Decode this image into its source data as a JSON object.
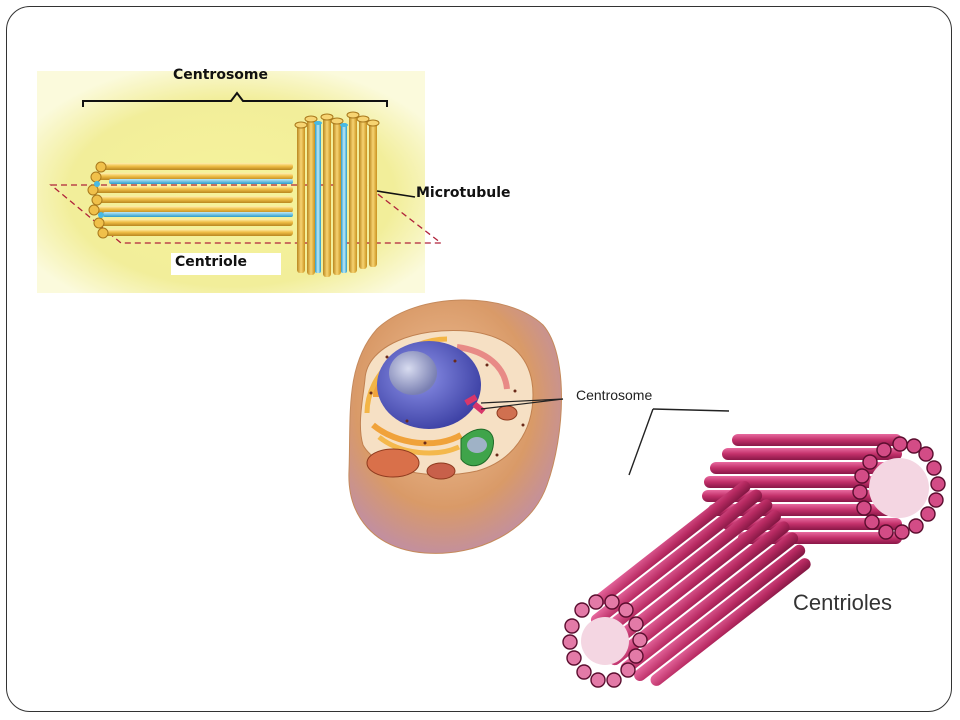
{
  "top_figure": {
    "title": "Centrosome",
    "microtubule_label": "Microtubule",
    "centriole_label": "Centriole"
  },
  "cell_figure": {
    "centrosome_label": "Centrosome"
  },
  "bottom_figure": {
    "centrioles_label": "Centrioles"
  },
  "colors": {
    "slide_border": "#333333",
    "background_glow": "#f3f09a",
    "tubule_gold": "#e8b33a",
    "tubule_blue": "#49b9e3",
    "centriole_magenta": "#c2306a",
    "nucleus": "#5b5fc7",
    "cell_membrane": "#d9a070"
  }
}
